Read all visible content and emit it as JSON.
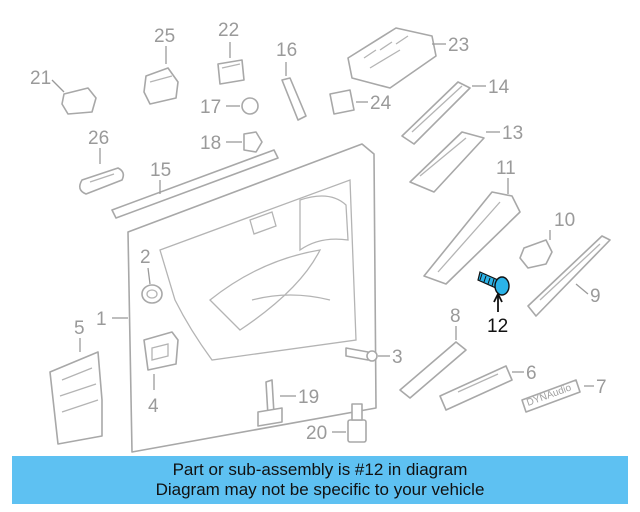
{
  "labels": {
    "p1": "1",
    "p2": "2",
    "p3": "3",
    "p4": "4",
    "p5": "5",
    "p6": "6",
    "p7": "7",
    "p8": "8",
    "p9": "9",
    "p10": "10",
    "p11": "11",
    "p12": "12",
    "p13": "13",
    "p14": "14",
    "p15": "15",
    "p16": "16",
    "p17": "17",
    "p18": "18",
    "p19": "19",
    "p20": "20",
    "p21": "21",
    "p22": "22",
    "p23": "23",
    "p24": "24",
    "p25": "25",
    "p26": "26"
  },
  "badge_text": "DYNAudio",
  "highlight_color": "#2bb3e8",
  "banner": {
    "line1": "Part or sub-assembly is #12 in diagram",
    "line2": "Diagram may not be specific to your vehicle",
    "bg_color": "#5ec1f2"
  }
}
